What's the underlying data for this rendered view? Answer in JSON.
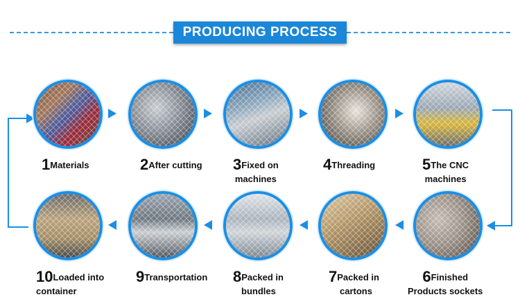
{
  "header": {
    "title": "PRODUCING PROCESS"
  },
  "steps": [
    {
      "num": "1",
      "text": "Materials",
      "photo": "raw-materials-photo"
    },
    {
      "num": "2",
      "text": "After cutting",
      "photo": "cut-pieces-photo"
    },
    {
      "num": "3",
      "text": "Fixed on",
      "text2": "machines",
      "photo": "fixed-on-machine-photo"
    },
    {
      "num": "4",
      "text": "Threading",
      "photo": "threading-photo"
    },
    {
      "num": "5",
      "text": "The CNC",
      "text2": "machines",
      "photo": "cnc-machines-photo"
    },
    {
      "num": "6",
      "text": "Finished",
      "text2": "Products sockets",
      "photo": "finished-sockets-photo"
    },
    {
      "num": "7",
      "text": "Packed in",
      "text2": "cartons",
      "photo": "cartons-photo"
    },
    {
      "num": "8",
      "text": "Packed in",
      "text2": "bundles",
      "photo": "bundles-photo"
    },
    {
      "num": "9",
      "text": "Transportation",
      "photo": "transportation-photo"
    },
    {
      "num": "10",
      "text": "Loaded into",
      "text2": "container",
      "photo": "container-photo"
    }
  ],
  "colors": {
    "accent": "#1c8ee4",
    "banner": "#1a87d8"
  }
}
